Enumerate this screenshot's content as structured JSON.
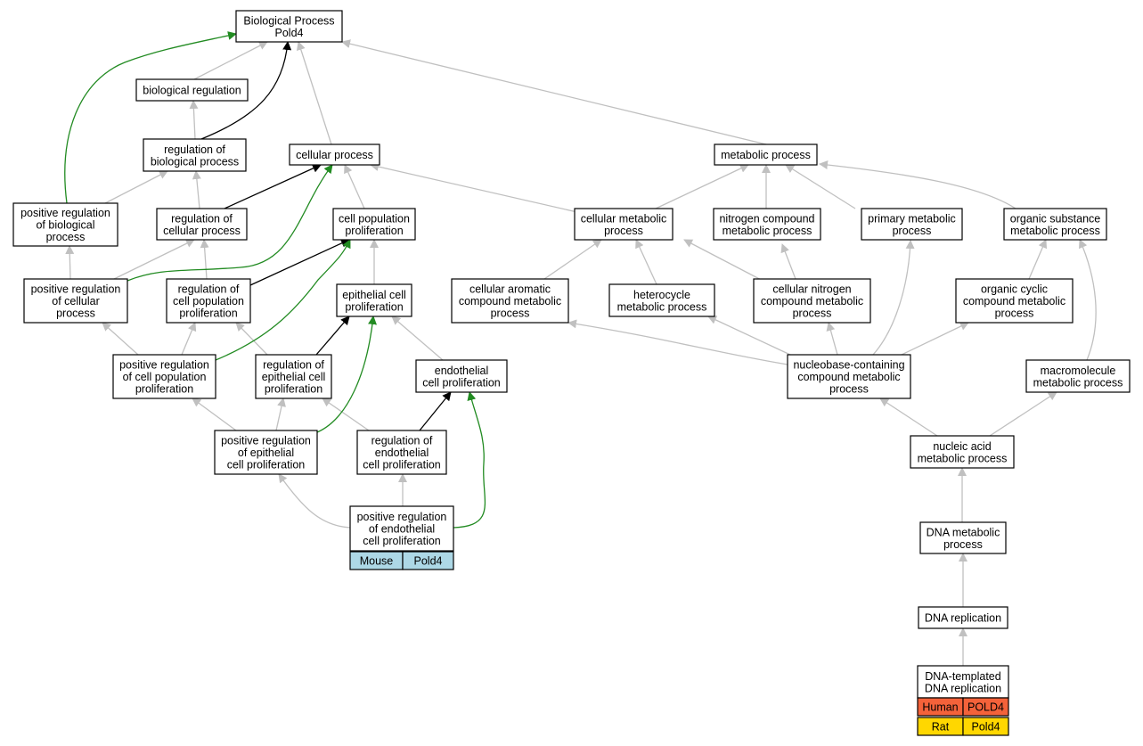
{
  "colors": {
    "edge_gray": "#c0c0c0",
    "edge_black": "#000000",
    "edge_green": "#228b22",
    "mouse_cell": "#add8e6",
    "human_cell": "#f4623a",
    "rat_cell": "#ffd700"
  },
  "nodes": {
    "bp": [
      "Biological Process",
      "Pold4"
    ],
    "bioreg": [
      "biological regulation"
    ],
    "regbp": [
      "regulation of",
      "biological process"
    ],
    "cellproc": [
      "cellular process"
    ],
    "metproc": [
      "metabolic process"
    ],
    "posregbp": [
      "positive regulation",
      "of biological",
      "process"
    ],
    "regcp": [
      "regulation of",
      "cellular process"
    ],
    "cpp": [
      "cell population",
      "proliferation"
    ],
    "cmp": [
      "cellular metabolic",
      "process"
    ],
    "ncmp": [
      "nitrogen compound",
      "metabolic process"
    ],
    "pmp": [
      "primary metabolic",
      "process"
    ],
    "osmp": [
      "organic substance",
      "metabolic process"
    ],
    "posregcp": [
      "positive regulation",
      "of cellular",
      "process"
    ],
    "regcpp": [
      "regulation of",
      "cell population",
      "proliferation"
    ],
    "epcp": [
      "epithelial cell",
      "proliferation"
    ],
    "cacmp": [
      "cellular aromatic",
      "compound metabolic",
      "process"
    ],
    "hmp": [
      "heterocycle",
      "metabolic process"
    ],
    "cncmp": [
      "cellular nitrogen",
      "compound metabolic",
      "process"
    ],
    "occmp": [
      "organic cyclic",
      "compound metabolic",
      "process"
    ],
    "posregcpp": [
      "positive regulation",
      "of cell population",
      "proliferation"
    ],
    "regepcp": [
      "regulation of",
      "epithelial cell",
      "proliferation"
    ],
    "endocp": [
      "endothelial",
      "cell proliferation"
    ],
    "nbcmp": [
      "nucleobase-containing",
      "compound metabolic",
      "process"
    ],
    "macmp": [
      "macromolecule",
      "metabolic process"
    ],
    "posregepcp": [
      "positive regulation",
      "of epithelial",
      "cell proliferation"
    ],
    "regendocp": [
      "regulation of",
      "endothelial",
      "cell proliferation"
    ],
    "namp": [
      "nucleic acid",
      "metabolic process"
    ],
    "posregendocp": [
      "positive regulation",
      "of endothelial",
      "cell proliferation"
    ],
    "dnamp": [
      "DNA metabolic",
      "process"
    ],
    "dnarep": [
      "DNA replication"
    ],
    "dnatrep": [
      "DNA-templated",
      "DNA replication"
    ]
  },
  "annotations": {
    "posregendocp": [
      {
        "species": "Mouse",
        "gene": "Pold4",
        "color": "mouse"
      }
    ],
    "dnatrep": [
      {
        "species": "Human",
        "gene": "POLD4",
        "color": "human"
      },
      {
        "species": "Rat",
        "gene": "Pold4",
        "color": "rat"
      }
    ]
  }
}
